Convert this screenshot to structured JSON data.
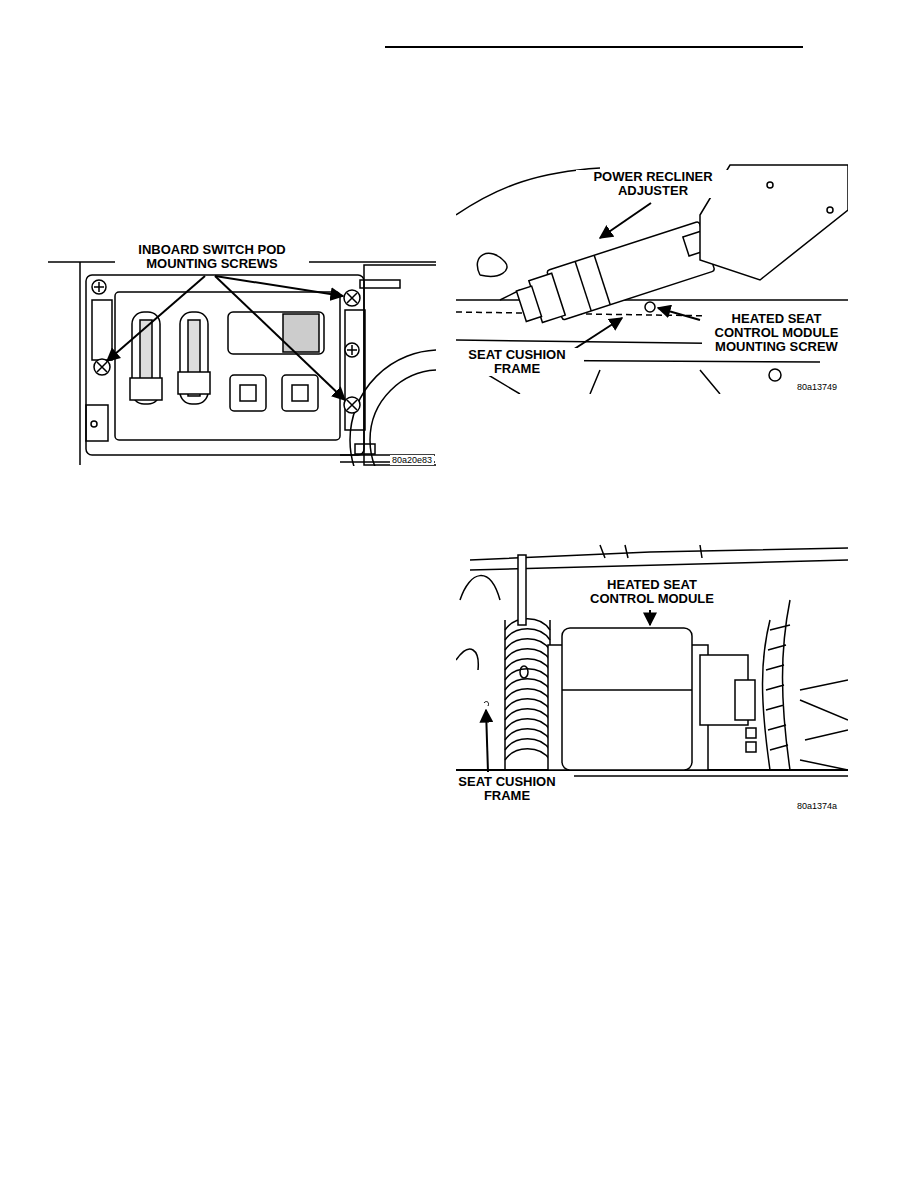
{
  "diagram": {
    "labels": [
      "INBOARD SWITCH POD MOUNTING SCREWS",
      "80a20e83",
      "POWER RECLINER ADJUSTER",
      "HEATED SEAT CONTROL MODULE MOUNTING SCREW",
      "SEAT CUSHION FRAME",
      "80a13749",
      "HEATED SEAT CONTROL MODULE",
      "SEAT CUSHION FRAME",
      "80a1374a"
    ]
  }
}
